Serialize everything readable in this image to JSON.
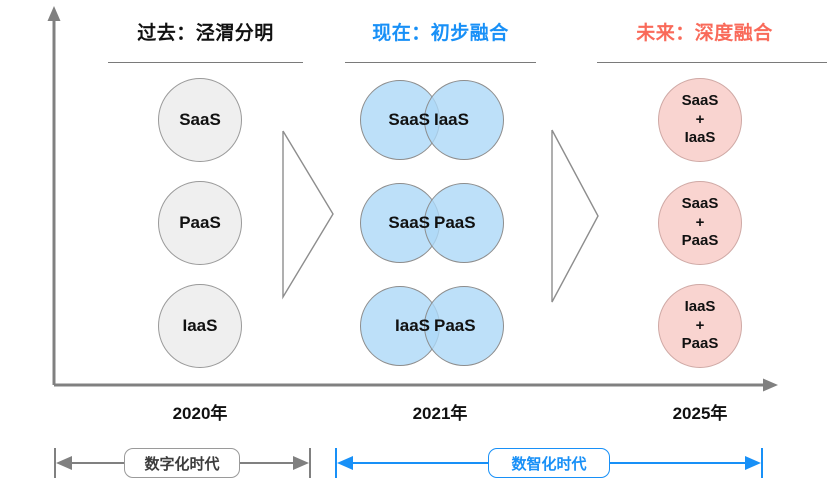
{
  "diagram": {
    "title_columns": [
      {
        "label": "过去：泾渭分明",
        "color": "#111111"
      },
      {
        "label": "现在：初步融合",
        "color": "#1890f7"
      },
      {
        "label": "未来：深度融合",
        "color": "#f96a5a"
      }
    ],
    "colors": {
      "past_text": "#111111",
      "present_text": "#1890f7",
      "future_text": "#f96a5a",
      "gray_circle_fill": "#efefef",
      "gray_circle_stroke": "#9a9a9a",
      "blue_circle_fill": "#add8f7",
      "blue_circle_stroke": "#8d8d8d",
      "pink_circle_fill": "#f9d4d0",
      "pink_circle_stroke": "#cfa9a5",
      "axis": "#808080",
      "accent_blue": "#1890f7"
    },
    "past_column": {
      "nodes": [
        {
          "label": "SaaS"
        },
        {
          "label": "PaaS"
        },
        {
          "label": "IaaS"
        }
      ]
    },
    "present_column": {
      "pairs": [
        {
          "left": "SaaS",
          "right": "IaaS"
        },
        {
          "left": "SaaS",
          "right": "PaaS"
        },
        {
          "left": "IaaS",
          "right": "PaaS"
        }
      ]
    },
    "future_column": {
      "nodes": [
        {
          "line1": "SaaS",
          "line2": "+",
          "line3": "IaaS"
        },
        {
          "line1": "SaaS",
          "line2": "+",
          "line3": "PaaS"
        },
        {
          "line1": "IaaS",
          "line2": "+",
          "line3": "PaaS"
        }
      ]
    },
    "years": [
      {
        "label": "2020年"
      },
      {
        "label": "2021年"
      },
      {
        "label": "2025年"
      }
    ],
    "eras": [
      {
        "label": "数字化时代",
        "style": "gray"
      },
      {
        "label": "数智化时代",
        "style": "blue"
      }
    ]
  }
}
